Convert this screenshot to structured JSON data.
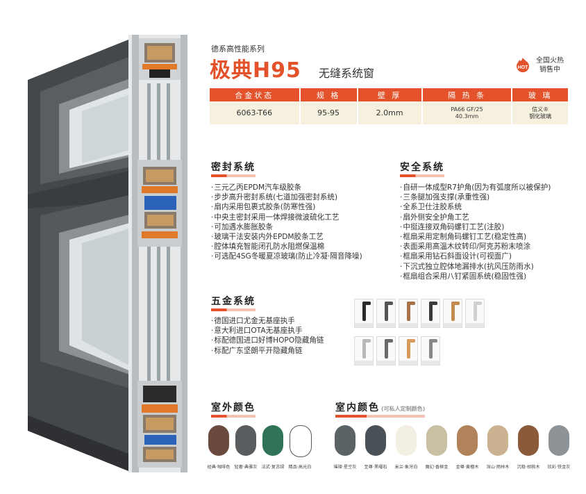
{
  "header": {
    "series": "德系高性能系列",
    "title": "极典H95",
    "subtitle": "无缝系统窗",
    "hot_badge": "HOT",
    "hot_text_line1": "全国火热",
    "hot_text_line2": "销售中"
  },
  "spec_table": {
    "headers": [
      "合金状态",
      "规  格",
      "壁  厚",
      "隔 热 条",
      "玻  璃"
    ],
    "values": [
      "6063-T66",
      "95-95",
      "2.0mm",
      "PA66 GF/25\n40.3mm",
      "信义®\n钢化玻璃"
    ]
  },
  "sealing": {
    "title": "密封系统",
    "items": [
      "三元乙丙EPDM汽车级胶条",
      "步步高升密封系统(七道加强密封系统)",
      "扇内采用包裹式胶条(防寒性强)",
      "中央主密封采用一体焊接微波硫化工艺",
      "可加遇水膨胀胶条",
      "玻璃干法安装内外EPDM胶条工艺",
      "腔体填充智能闭孔防水阻燃保温棉",
      "可选配4SG冬暖夏凉玻璃(防止冷凝·隔音降噪)"
    ]
  },
  "safety": {
    "title": "安全系统",
    "items": [
      "自研一体成型R7护角(因为有弧度所以被保护)",
      "三条腿加强支撑(承重性强)",
      "全系卫仕注胶系统",
      "扇外侧安全护角工艺",
      "中挺连接双角码螺钉工艺(注胶)",
      "框扇采用定制角码螺钉工艺(稳定性高)",
      "表面采用高温木纹转印/阿克苏粉末喷涂",
      "框扇采用钻石斜面设计(可视面广)",
      "下沉式独立腔体地漏排水(抗风压防雨水)",
      "框扇组合采用八钉紧固系统(稳固性强)"
    ]
  },
  "hardware": {
    "title": "五金系统",
    "items": [
      "德国进口尤金无基座执手",
      "意大利进口OTA无基座执手",
      "标配德国进口好博HOPO隐藏角链",
      "标配广东坚朗平开隐藏角链"
    ],
    "handle_colors": [
      "#2a2a2a",
      "#555555",
      "#a8714a",
      "#3a3a3a",
      "#c58a52",
      "#d0d0d0",
      "#b8b8b8",
      "#6a6a6a",
      "#d89a5a",
      "#888888"
    ]
  },
  "exterior_colors": {
    "title": "室外颜色",
    "swatches": [
      {
        "label": "经典·咖啡色",
        "color": "#6b4a3e"
      },
      {
        "label": "轻奢·典雅灰",
        "color": "#5a5d60"
      },
      {
        "label": "法式·复古绿",
        "color": "#2f7457"
      },
      {
        "label": "精品·高光白",
        "color": "#ffffff"
      }
    ]
  },
  "interior_colors": {
    "title": "室内颜色",
    "note": "(可私人定制颜色)",
    "swatches": [
      {
        "label": "璀璨·星空灰",
        "color": "#5b6366"
      },
      {
        "label": "至尊·黑曜石",
        "color": "#4a5258"
      },
      {
        "label": "米兰·象牙白",
        "color": "#f3efe2"
      },
      {
        "label": "魔幻·香槟金",
        "color": "#c9bfa3"
      },
      {
        "label": "金尊·黄檀木",
        "color": "#b0835a"
      },
      {
        "label": "深山·雨林木",
        "color": "#cbb391"
      },
      {
        "label": "沉稳·胡桃木",
        "color": "#8a5a3a"
      },
      {
        "label": "炫彩·铁金灰",
        "color": "#8e9398"
      }
    ]
  }
}
